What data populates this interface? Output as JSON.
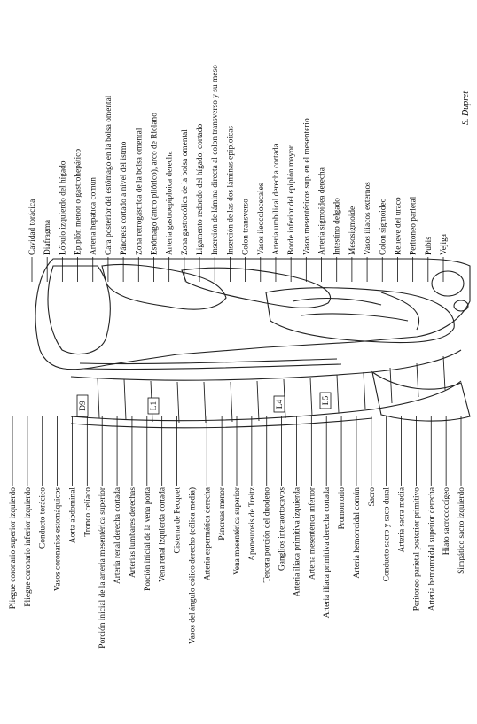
{
  "figure": {
    "signature": "S. Dupret",
    "vertebra_labels": [
      "D9",
      "L1",
      "L4",
      "L5"
    ],
    "labels_top": [
      "Cavidad torácica",
      "Diafragma",
      "Lóbulo izquierdo del hígado",
      "Epiplón menor o gastrohepático",
      "Arteria hepática común",
      "Cara posterior del estómago en la bolsa omental",
      "Páncreas cortado a nivel del istmo",
      "Zona retrogástrica de la bolsa omental",
      "Estómago (antro pilórico), arco de Riolano",
      "Arteria gastroepiploica derecha",
      "Zona gastrocólica de la bolsa omental",
      "Ligamento redondo del hígado, cortado",
      "Inserción de lámina directa al colon transverso y su meso",
      "Inserción de las dos láminas epiploicas",
      "Colon transverso",
      "Vasos ileocolocecales",
      "Arteria umbilical derecha cortada",
      "Borde inferior del epiplón mayor",
      "Vasos mesentéricos sup. en el mesenterio",
      "Arteria sigmoidea derecha",
      "Intestino delgado",
      "Mesosigmoide",
      "Vasos ilíacos externos",
      "Colon sigmoideo",
      "Relieve del uraco",
      "Peritoneo parietal",
      "Pubis",
      "Vejiga"
    ],
    "labels_bottom": [
      "Pliegue coronario superior izquierdo",
      "Pliegue coronario inferior izquierdo",
      "Conducto torácico",
      "Vasos coronarios estomáquicos",
      "Aorta abdominal",
      "Tronco celíaco",
      "Porción inicial de la arteria mesentérica superior",
      "Arteria renal derecha cortada",
      "Arterias lumbares derechas",
      "Porción inicial de la vena porta",
      "Vena renal izquierda cortada",
      "Cisterna de Pecquet",
      "Vasos del ángulo cólico derecho (cólica media)",
      "Arteria espermática derecha",
      "Páncreas menor",
      "Vena mesentérica superior",
      "Aponeurosis de Treitz",
      "Tercera porción del duodeno",
      "Ganglios interaortocavos",
      "Arteria ilíaca primitiva izquierda",
      "Arteria mesentérica inferior",
      "Arteria ilíaca primitiva derecha cortada",
      "Promontorio",
      "Arteria hemorroidal común",
      "Sacro",
      "Conducto sacro y saco dural",
      "Arteria sacra media",
      "Peritoneo parietal posterior primitivo",
      "Arteria hemorroidal superior derecha",
      "Hiato sacrococcígeo",
      "Simpático sacro izquierdo"
    ]
  }
}
